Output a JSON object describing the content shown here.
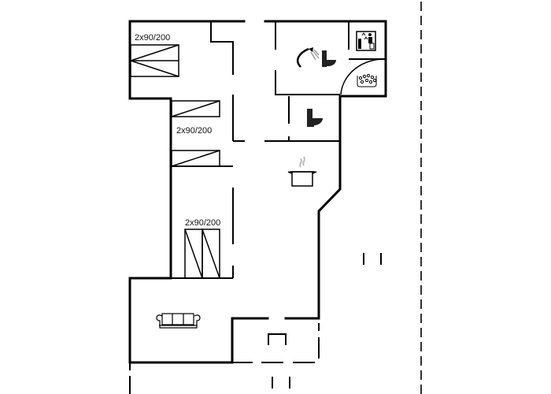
{
  "plan": {
    "type": "floor-plan",
    "rooms": [
      {
        "id": "bedroom-1",
        "bed_label": "2x90/200"
      },
      {
        "id": "bedroom-2",
        "bed_label": "2x90/200"
      },
      {
        "id": "bedroom-3",
        "bed_label": "2x90/200"
      },
      {
        "id": "bathroom",
        "fixtures": [
          "shower",
          "toilet"
        ]
      },
      {
        "id": "sauna",
        "fixtures": [
          "sauna"
        ]
      },
      {
        "id": "spa",
        "fixtures": [
          "whirlpool"
        ]
      },
      {
        "id": "toilet-room",
        "fixtures": [
          "toilet"
        ]
      },
      {
        "id": "kitchen",
        "fixtures": [
          "cooking-pot"
        ]
      },
      {
        "id": "living-room",
        "fixtures": [
          "sofa"
        ]
      },
      {
        "id": "terrace",
        "fixtures": []
      }
    ],
    "icons": [
      "shower-icon",
      "toilet-icon",
      "sauna-icon",
      "whirlpool-icon",
      "cooking-pot-icon",
      "sofa-icon"
    ],
    "colors": {
      "wall": "#000000",
      "background": "#ffffff"
    }
  }
}
